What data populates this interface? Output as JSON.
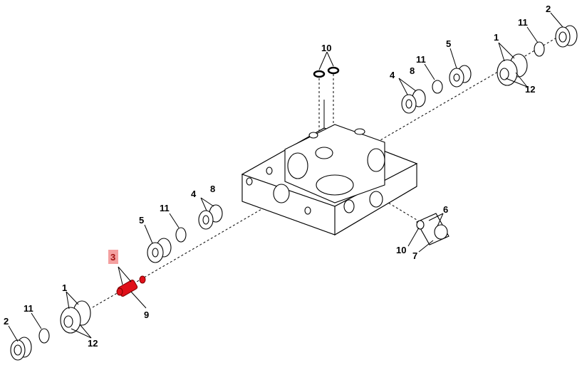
{
  "callouts": {
    "c1_top": "1",
    "c2_top": "2",
    "c11_top": "11",
    "c12_top": "12",
    "c5_top": "5",
    "c11_mid_top": "11",
    "c4_top": "4",
    "c8_top": "8",
    "c10_top": "10",
    "c4_mid": "4",
    "c8_mid": "8",
    "c11_mid": "11",
    "c5_mid": "5",
    "c6": "6",
    "c10_right": "10",
    "c7": "7",
    "c3": "3",
    "c9": "9",
    "c1_bot": "1",
    "c11_bot": "11",
    "c2_bot": "2",
    "c12_bot": "12"
  },
  "colors": {
    "highlight_part": "#e0101a",
    "highlight_label_bg": "#f4a0a0"
  }
}
